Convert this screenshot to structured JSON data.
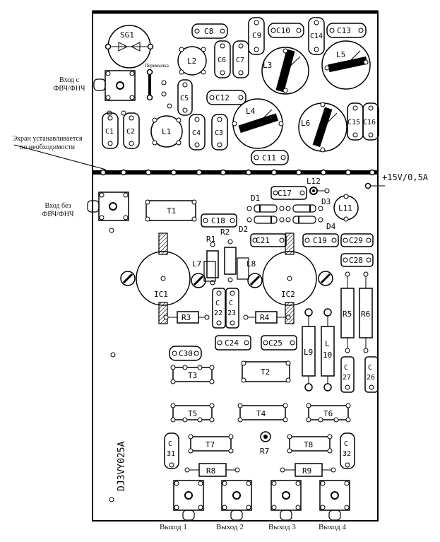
{
  "labels": {
    "input_with_filter": "Вход с ФВЧ/ФНЧ",
    "input_with_filter_l1": "Вход с",
    "input_with_filter_l2": "ФВЧ/ФНЧ",
    "input_without_filter_l1": "Вход без",
    "input_without_filter_l2": "ФВЧ/ФНЧ",
    "screen_note_l1": "Экран устанавливается",
    "screen_note_l2": "по необходимости",
    "jumper": "Перемычка",
    "power": "+15V/0,5A",
    "author_mark": "DJ3VY025A",
    "outputs": [
      "Выход 1",
      "Выход 2",
      "Выход 3",
      "Выход 4"
    ]
  },
  "components": {
    "SG1": "SG1",
    "C8": "C8",
    "C9": "C9",
    "C10": "C10",
    "C14": "C14",
    "C13": "C13",
    "L2": "L2",
    "C6": "C6",
    "C7": "C7",
    "L3": "L3",
    "L5": "L5",
    "C5": "C5",
    "C12": "C12",
    "L4": "L4",
    "C1": "C1",
    "C2": "C2",
    "L1": "L1",
    "C4": "C4",
    "C3": "C3",
    "L6": "L6",
    "C15": "C15",
    "C16": "C16",
    "C11": "C11",
    "L12": "L12",
    "C17": "C17",
    "D1": "D1",
    "D3": "D3",
    "D2": "D2",
    "D4": "D4",
    "L11": "L11",
    "T1": "T1",
    "C18": "C18",
    "R1": "R1",
    "R2": "R2",
    "C21": "C21",
    "C19": "C19",
    "C29": "C29",
    "C28": "C28",
    "L7": "L7",
    "L8": "L8",
    "IC1": "IC1",
    "IC2": "IC2",
    "C22_a": "C",
    "C22_b": "22",
    "C23_a": "C",
    "C23_b": "23",
    "R3": "R3",
    "R4": "R4",
    "R5": "R5",
    "R6": "R6",
    "C24": "C24",
    "C25": "C25",
    "L9": "L9",
    "L10_a": "L",
    "L10_b": "10",
    "C30": "C30",
    "T2": "T2",
    "T3": "T3",
    "C27_a": "C",
    "C27_b": "27",
    "C26_a": "C",
    "C26_b": "26",
    "T5": "T5",
    "T4": "T4",
    "T6": "T6",
    "T7": "T7",
    "T8": "T8",
    "R7": "R7",
    "C31_a": "C",
    "C31_b": "31",
    "C32_a": "C",
    "C32_b": "32",
    "R8": "R8",
    "R9": "R9"
  }
}
